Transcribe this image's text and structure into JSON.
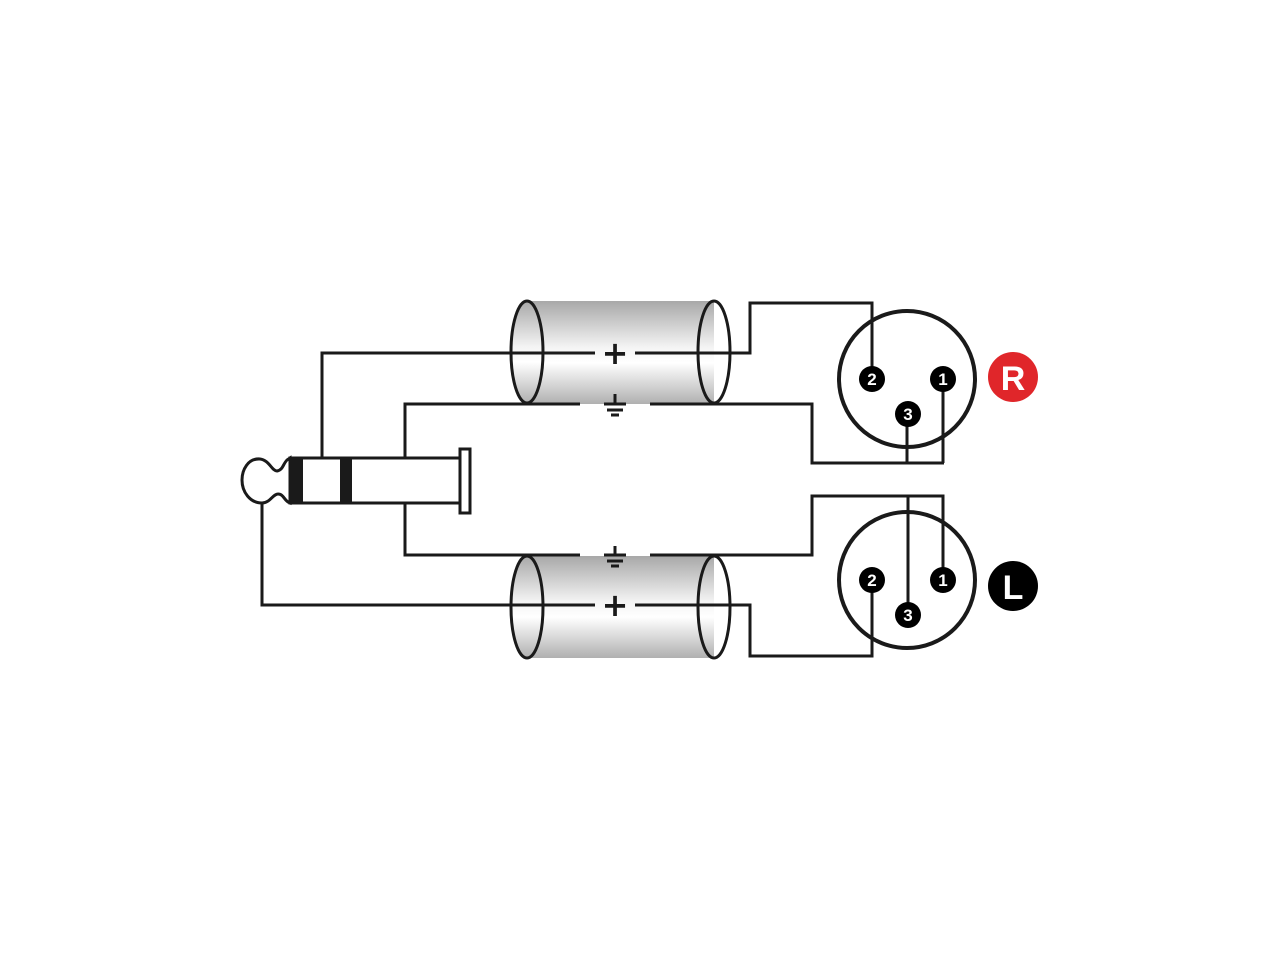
{
  "diagram": {
    "title": "Stereo jack to 2x XLR cable wiring",
    "colors": {
      "line": "#1a1a1a",
      "right_badge": "#e0262a",
      "left_badge": "#000000",
      "cable_shade": "#b8b8b8"
    },
    "cables": {
      "top": {
        "signal_symbol": "+",
        "ground_symbol": "ground-icon"
      },
      "bottom": {
        "signal_symbol": "+",
        "ground_symbol": "ground-icon"
      }
    },
    "xlr_right": {
      "badge": "R",
      "pins": {
        "p1": "1",
        "p2": "2",
        "p3": "3"
      }
    },
    "xlr_left": {
      "badge": "L",
      "pins": {
        "p1": "1",
        "p2": "2",
        "p3": "3"
      }
    }
  }
}
